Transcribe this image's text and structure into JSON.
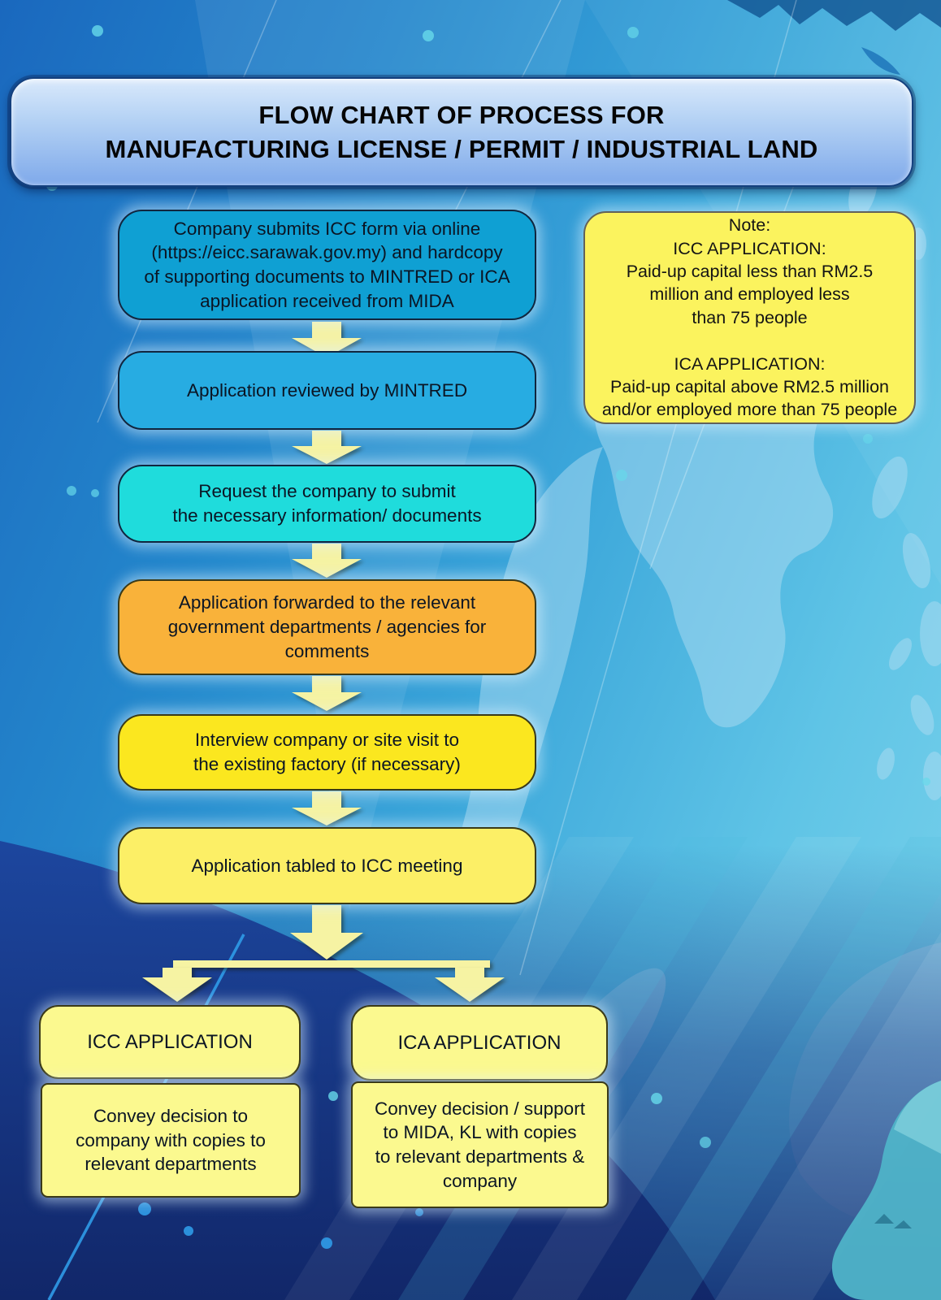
{
  "title": {
    "text": "FLOW CHART OF PROCESS FOR\nMANUFACTURING LICENSE / PERMIT / INDUSTRIAL LAND"
  },
  "flow": {
    "steps": [
      {
        "id": "step-1",
        "text": "Company submits ICC form via online\n(https://eicc.sarawak.gov.my) and hardcopy\nof supporting documents to MINTRED or ICA\napplication received from MIDA",
        "color": "#0FA0D3"
      },
      {
        "id": "step-2",
        "text": "Application reviewed by MINTRED",
        "color": "#27ACE2"
      },
      {
        "id": "step-3",
        "text": "Request the company to submit\nthe necessary information/ documents",
        "color": "#1FDCDC"
      },
      {
        "id": "step-4",
        "text": "Application forwarded to the relevant\ngovernment departments / agencies for\ncomments",
        "color": "#F9B23A"
      },
      {
        "id": "step-5",
        "text": "Interview company or site visit to\nthe existing factory (if necessary)",
        "color": "#FBE71F"
      },
      {
        "id": "step-6",
        "text": "Application tabled to ICC meeting",
        "color": "#FCEF66"
      }
    ]
  },
  "branches": {
    "icc": {
      "header": "ICC APPLICATION",
      "body": "Convey decision to\ncompany with copies to\nrelevant departments",
      "color": "#FBF98F"
    },
    "ica": {
      "header": "ICA APPLICATION",
      "body": "Convey decision / support\nto MIDA, KL with copies\nto relevant departments &\ncompany",
      "color": "#FBF98F"
    }
  },
  "note": {
    "text": "Note:\nICC APPLICATION:\nPaid-up capital less than RM2.5\nmillion and employed less\nthan 75 people\n\nICA APPLICATION:\nPaid-up capital above RM2.5 million\nand/or employed more than 75 people",
    "color": "#FBF35E"
  },
  "colors": {
    "arrow": "#F6F3A3",
    "banner_top": "#D9E9FB",
    "banner_bottom": "#7FA9EA",
    "background_left": "#1A68BE",
    "background_right": "#7FD4EC",
    "background_bottom": "#122A72",
    "map_silhouette": "#9FD2EC",
    "australia_teal": "#4FB3C8"
  }
}
